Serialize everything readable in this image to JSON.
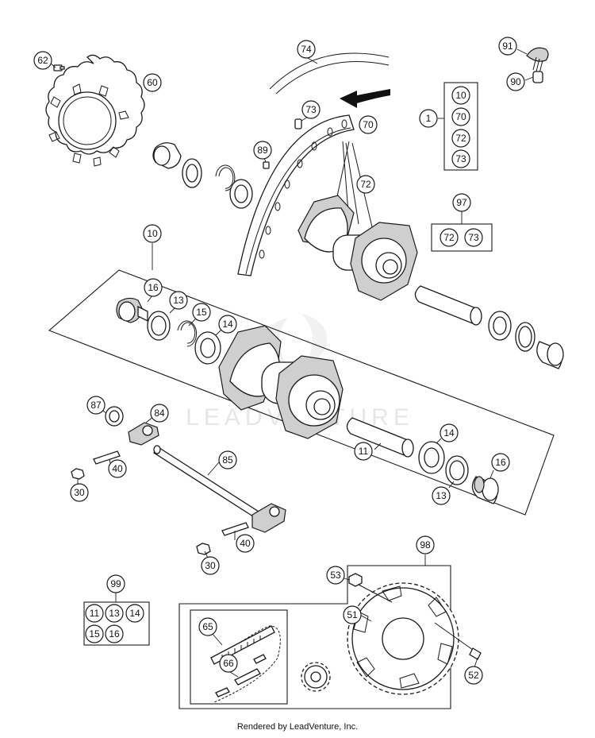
{
  "watermark": "LEADVENTURE",
  "footer": "Rendered by LeadVenture, Inc.",
  "callouts": {
    "c62": "62",
    "c60": "60",
    "c74": "74",
    "c91": "91",
    "c90": "90",
    "c73_top": "73",
    "c70_rim": "70",
    "c89": "89",
    "c72_spoke": "72",
    "c1": "1",
    "c1_10": "10",
    "c1_70": "70",
    "c1_72": "72",
    "c1_73": "73",
    "c97": "97",
    "c97_72": "72",
    "c97_73": "73",
    "c10": "10",
    "c16_l": "16",
    "c13_l": "13",
    "c15": "15",
    "c14_l": "14",
    "c87": "87",
    "c84": "84",
    "c40_a": "40",
    "c30_a": "30",
    "c85": "85",
    "c11": "11",
    "c14_r": "14",
    "c16_r": "16",
    "c13_r": "13",
    "c40_b": "40",
    "c30_b": "30",
    "c98": "98",
    "c53": "53",
    "c51": "51",
    "c52": "52",
    "c65": "65",
    "c66": "66",
    "c99": "99",
    "c99_11": "11",
    "c99_13": "13",
    "c99_14": "14",
    "c99_15": "15",
    "c99_16": "16"
  }
}
